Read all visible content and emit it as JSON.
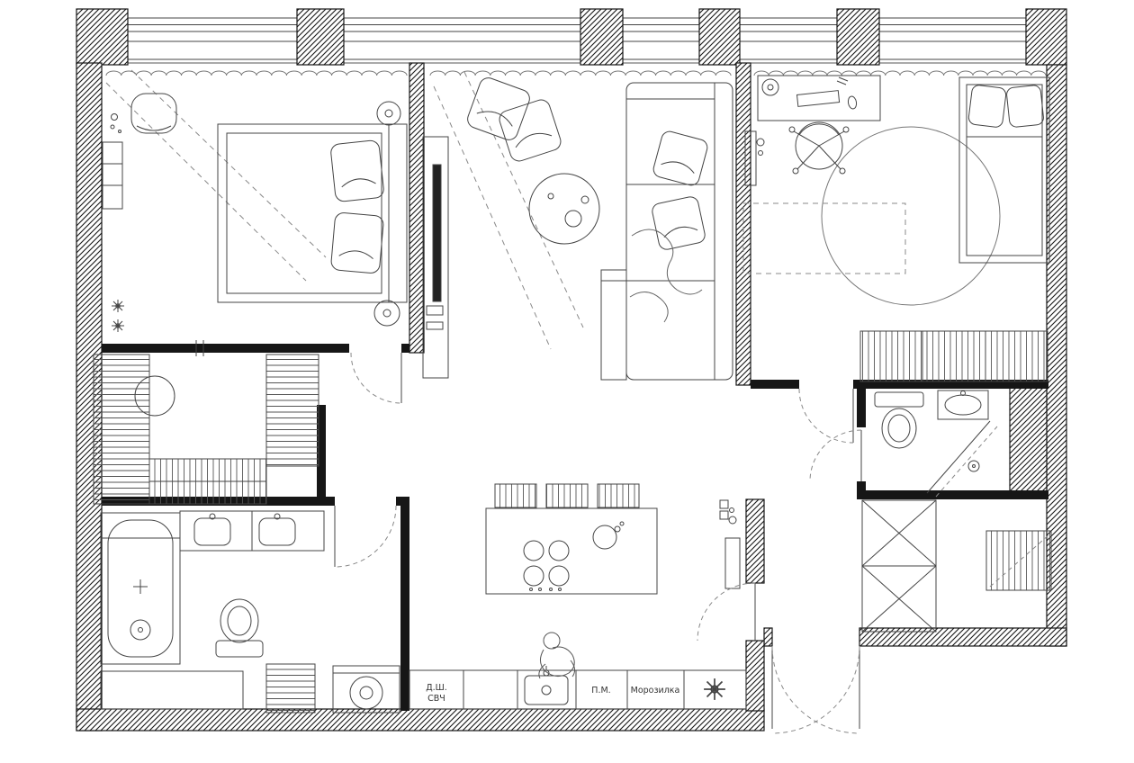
{
  "labels": {
    "cabinet_line1": "Д.Ш.",
    "cabinet_line2": "СВЧ",
    "dishwasher": "П.М.",
    "freezer": "Морозилка"
  },
  "colors": {
    "background": "#ffffff",
    "walls": "#161616",
    "furniture_line": "#444444",
    "dashed_line": "#888888"
  }
}
